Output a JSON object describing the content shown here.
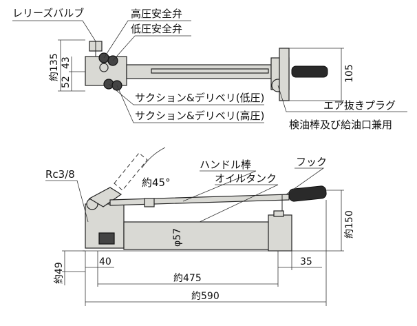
{
  "top_view": {
    "labels": {
      "release_valve": "レリーズバルブ",
      "high_pressure_valve": "高圧安全弁",
      "low_pressure_valve": "低圧安全弁",
      "suction_delivery_low": "サクション&デリベリ(低圧)",
      "suction_delivery_high": "サクション&デリベリ(高圧)",
      "air_vent_plug": "エア抜きプラグ",
      "dipstick_fill_port": "検油棒及び給油口兼用"
    },
    "dims": {
      "total_height": "約135",
      "upper": "43",
      "lower": "52",
      "right_height": "105"
    }
  },
  "side_view": {
    "labels": {
      "port": "Rc3/8",
      "angle": "約45°",
      "handle": "ハンドル棒",
      "hook": "フック",
      "oil_tank": "オイルタンク",
      "diameter": "φ57"
    },
    "dims": {
      "base_height": "約49",
      "left_offset": "40",
      "right_offset": "35",
      "tank_length": "約475",
      "total_length": "約590",
      "height": "約150"
    }
  }
}
